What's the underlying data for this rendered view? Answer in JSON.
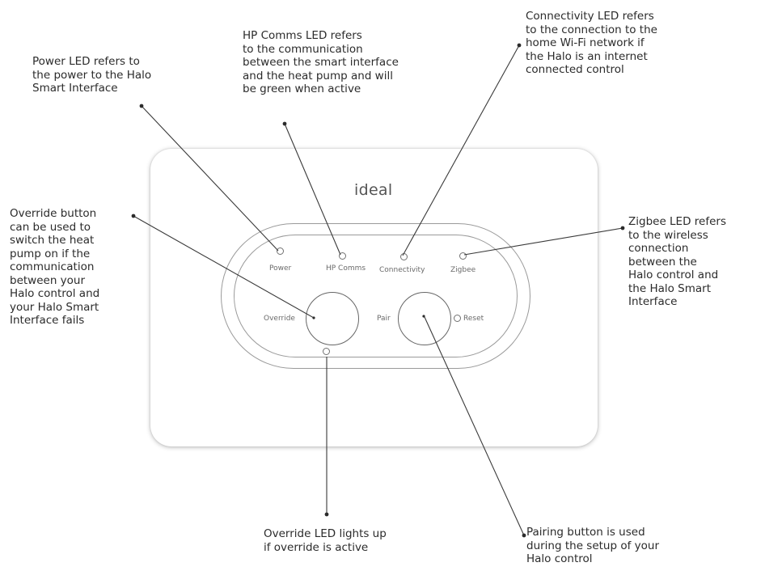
{
  "device": {
    "brand": "ideal",
    "leds": {
      "power": "Power",
      "hp_comms": "HP Comms",
      "connectivity": "Connectivity",
      "zigbee": "Zigbee"
    },
    "buttons": {
      "override": "Override",
      "pair": "Pair",
      "reset": "Reset"
    }
  },
  "callouts": {
    "power": "Power LED refers to\nthe power to the Halo\nSmart Interface",
    "hp_comms": "HP Comms LED refers\nto the communication\nbetween the smart interface\nand the heat pump and will\nbe green when active",
    "connectivity": "Connectivity LED refers\nto the connection to the\nhome Wi-Fi network if\nthe Halo is an internet\nconnected control",
    "zigbee": "Zigbee LED refers\nto the wireless\nconnection\nbetween the\nHalo control and\nthe Halo Smart\nInterface",
    "override_button": "Override button\ncan be used to\nswitch the heat\npump on if the\ncommunication\nbetween your\nHalo control and\nyour Halo Smart\nInterface fails",
    "override_led": "Override LED lights up\nif override is active",
    "pair_button": "Pairing button is used\nduring the setup of your\nHalo control"
  }
}
